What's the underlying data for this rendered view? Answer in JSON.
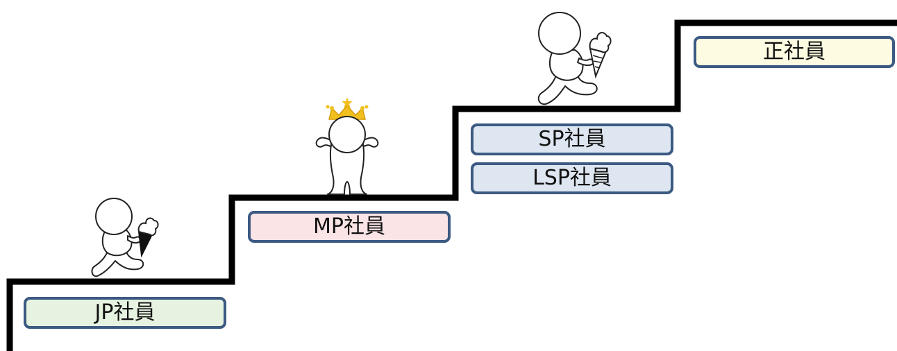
{
  "diagram": {
    "levels": [
      {
        "id": "jp",
        "label": "JP社員",
        "fill": "#e6f3e0"
      },
      {
        "id": "mp",
        "label": "MP社員",
        "fill": "#fbe4e6"
      },
      {
        "id": "sp",
        "label": "SP社員",
        "fill": "#dde6f1"
      },
      {
        "id": "lsp",
        "label": "LSP社員",
        "fill": "#dde6f1"
      },
      {
        "id": "sei",
        "label": "正社員",
        "fill": "#fdfbe1"
      }
    ],
    "colors": {
      "stair_line": "#000000",
      "label_border": "#3c5a82",
      "crown": "#f2c01e"
    },
    "figures": [
      {
        "name": "walking-figure-with-ice-cream",
        "icon": "ice-cream-cone-icon"
      },
      {
        "name": "cheering-figure-with-crown",
        "icon": "crown-icon"
      },
      {
        "name": "walking-figure-with-ice-cream",
        "icon": "ice-cream-cone-icon"
      }
    ]
  }
}
